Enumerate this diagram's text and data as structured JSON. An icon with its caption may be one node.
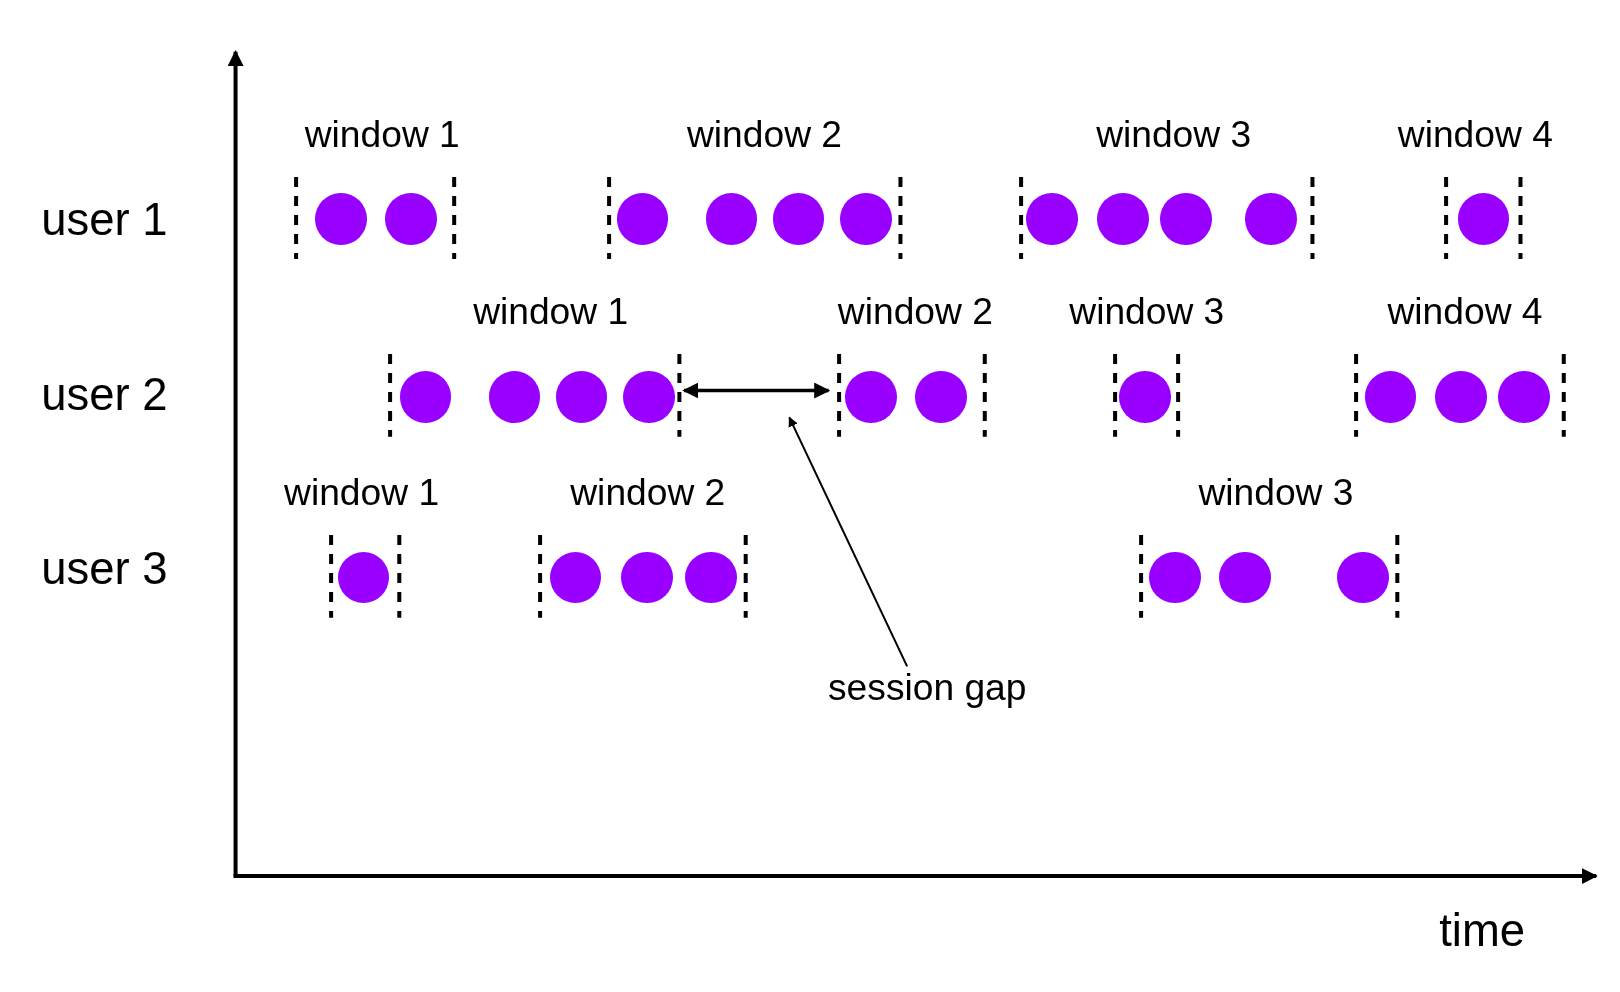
{
  "diagram": {
    "nodes": [
      {
        "text": [
          "window 1"
        ]
      },
      {
        "text": [],
        "shape": "circle",
        "in": 0
      },
      {
        "text": [],
        "shape": "circle",
        "in": 0
      },
      {
        "text": [
          "window 2"
        ]
      },
      {
        "text": [],
        "shape": "circle",
        "in": 3
      },
      {
        "text": [],
        "shape": "circle",
        "in": 3
      },
      {
        "text": [],
        "shape": "circle",
        "in": 3
      },
      {
        "text": [],
        "shape": "circle",
        "in": 3
      },
      {
        "text": [
          "window 3"
        ]
      },
      {
        "text": [],
        "shape": "circle",
        "in": 8
      },
      {
        "text": [],
        "shape": "circle",
        "in": 8
      },
      {
        "text": [],
        "shape": "circle",
        "in": 8
      },
      {
        "text": [],
        "shape": "circle",
        "in": 8
      },
      {
        "text": [
          "window 4"
        ]
      },
      {
        "text": [],
        "shape": "circle",
        "in": 13
      },
      {
        "text": [
          "window 1"
        ]
      },
      {
        "text": [],
        "shape": "circle",
        "in": 15
      },
      {
        "text": [],
        "shape": "circle",
        "in": 15
      },
      {
        "text": [],
        "shape": "circle",
        "in": 15
      },
      {
        "text": [],
        "shape": "circle",
        "in": 15
      },
      {
        "text": [
          "window 2"
        ]
      },
      {
        "text": [],
        "shape": "circle",
        "in": 20
      },
      {
        "text": [],
        "shape": "circle",
        "in": 20
      },
      {
        "text": [
          "window 3"
        ]
      },
      {
        "text": [],
        "shape": "circle",
        "in": 23
      },
      {
        "text": [
          "window 4"
        ]
      },
      {
        "text": [],
        "shape": "circle",
        "in": 25
      },
      {
        "text": [],
        "shape": "circle",
        "in": 25
      },
      {
        "text": [],
        "shape": "circle",
        "in": 25
      },
      {
        "text": [
          "window 1"
        ]
      },
      {
        "text": [],
        "shape": "circle",
        "in": 29
      },
      {
        "text": [
          "window 2"
        ]
      },
      {
        "text": [],
        "shape": "circle",
        "in": 31
      },
      {
        "text": [],
        "shape": "circle",
        "in": 31
      },
      {
        "text": [],
        "shape": "circle",
        "in": 31
      },
      {
        "text": [
          "window 3"
        ]
      },
      {
        "text": [],
        "shape": "circle",
        "in": 35
      },
      {
        "text": [],
        "shape": "circle",
        "in": 35
      },
      {
        "text": [],
        "shape": "circle",
        "in": 35
      },
      {
        "text": [
          "session gap"
        ]
      }
    ],
    "edges": [
      {
        "from": 15,
        "to": 20,
        "arrow": "both"
      },
      {
        "from": 39,
        "to": null,
        "arrow": "to"
      }
    ],
    "labels": [
      "user 1",
      "user 2",
      "user 3",
      "time"
    ]
  }
}
